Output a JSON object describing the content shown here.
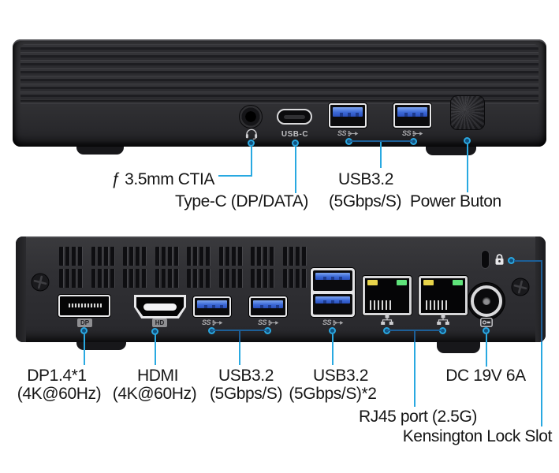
{
  "front_panel": {
    "audio_label": "ƒ 3.5mm CTIA",
    "typec_label": "Type-C (DP/DATA)",
    "usb_label_line1": "USB3.2",
    "usb_label_line2": "(5Gbps/S)",
    "power_label": "Power Buton",
    "usbc_port_text": "USB-C",
    "ss_logo_text": "SS"
  },
  "rear_panel": {
    "dp_label_line1": "DP1.4*1",
    "dp_label_line2": "(4K@60Hz)",
    "hdmi_label_line1": "HDMI",
    "hdmi_label_line2": "(4K@60Hz)",
    "usb_pair_label_line1": "USB3.2",
    "usb_pair_label_line2": "(5Gbps/S)",
    "usb_stack_label_line1": "USB3.2",
    "usb_stack_label_line2": "(5Gbps/S)*2",
    "dc_label": "DC 19V 6A",
    "rj45_label": "RJ45 port (2.5G)",
    "kensington_label": "Kensington Lock Slot",
    "dp_logo_text": "DP",
    "hdmi_logo_text": "HD",
    "ss_logo_text": "SS"
  },
  "icons": {
    "headset_icon": "headphones-with-mic",
    "superspeed_icon": "usb-trident-arrow",
    "lan_icon": "network-three-nodes",
    "padlock_icon": "kensington-padlock",
    "dc_icon": "dc-power-plug",
    "screw_icon": "phillips-screw",
    "power_button": "metallic-power-button"
  },
  "colors": {
    "leader_line": "#29a9e1",
    "leader_line_dark": "#1d5f97",
    "usb_blue": "#3b68d6",
    "chassis": "#303033",
    "led_yellow": "#e8d44a",
    "led_green": "#5fe37a",
    "background": "#ffffff",
    "label_text": "#161616"
  }
}
